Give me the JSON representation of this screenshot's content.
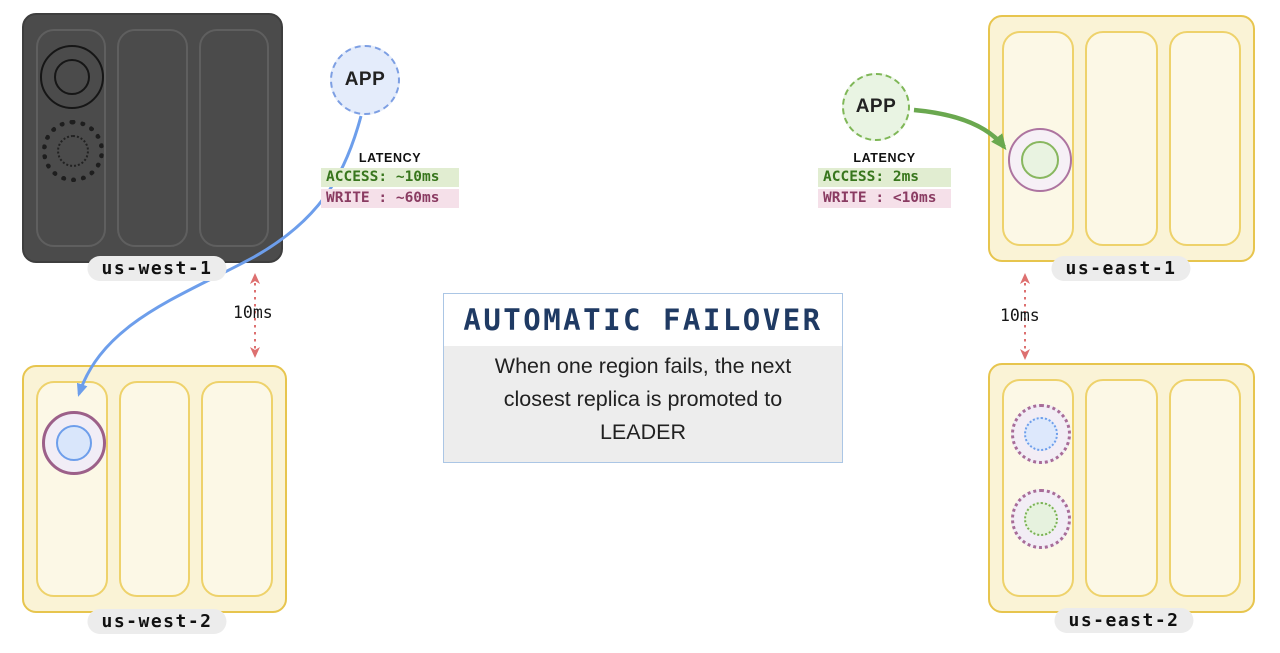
{
  "regions": [
    {
      "id": "us-west-1",
      "label": "us-west-1",
      "status": "failed"
    },
    {
      "id": "us-west-2",
      "label": "us-west-2",
      "status": "active"
    },
    {
      "id": "us-east-1",
      "label": "us-east-1",
      "status": "active"
    },
    {
      "id": "us-east-2",
      "label": "us-east-2",
      "status": "active"
    }
  ],
  "apps": {
    "west": {
      "label": "APP"
    },
    "east": {
      "label": "APP"
    }
  },
  "latency": {
    "west": {
      "title": "LATENCY",
      "access": "ACCESS: ~10ms",
      "write": "WRITE : ~60ms"
    },
    "east": {
      "title": "LATENCY",
      "access": "ACCESS: 2ms",
      "write": "WRITE : <10ms"
    }
  },
  "interregion_latency": {
    "west": "10ms",
    "east": "10ms"
  },
  "callout": {
    "title": "AUTOMATIC FAILOVER",
    "line1": "When one region fails, the next",
    "line2": "closest replica is promoted to",
    "line3": "LEADER"
  },
  "colors": {
    "region_active_fill": "#faf3d6",
    "region_active_border": "#e7c54e",
    "region_failed_fill": "#4b4b4b",
    "app_west_accent": "#7d9fe3",
    "app_east_accent": "#7fb757",
    "arrow_blue": "#6d9eeb",
    "arrow_green": "#6aa84f",
    "arrow_red_dotted": "#dd7070",
    "access_text": "#38761d",
    "access_bg": "#e1edd1",
    "write_text": "#8a3b62",
    "write_bg": "#f5e0e9",
    "callout_title": "#1f3a63",
    "leader_ring": "#9c6089",
    "replica_ring": "#a86c98"
  }
}
